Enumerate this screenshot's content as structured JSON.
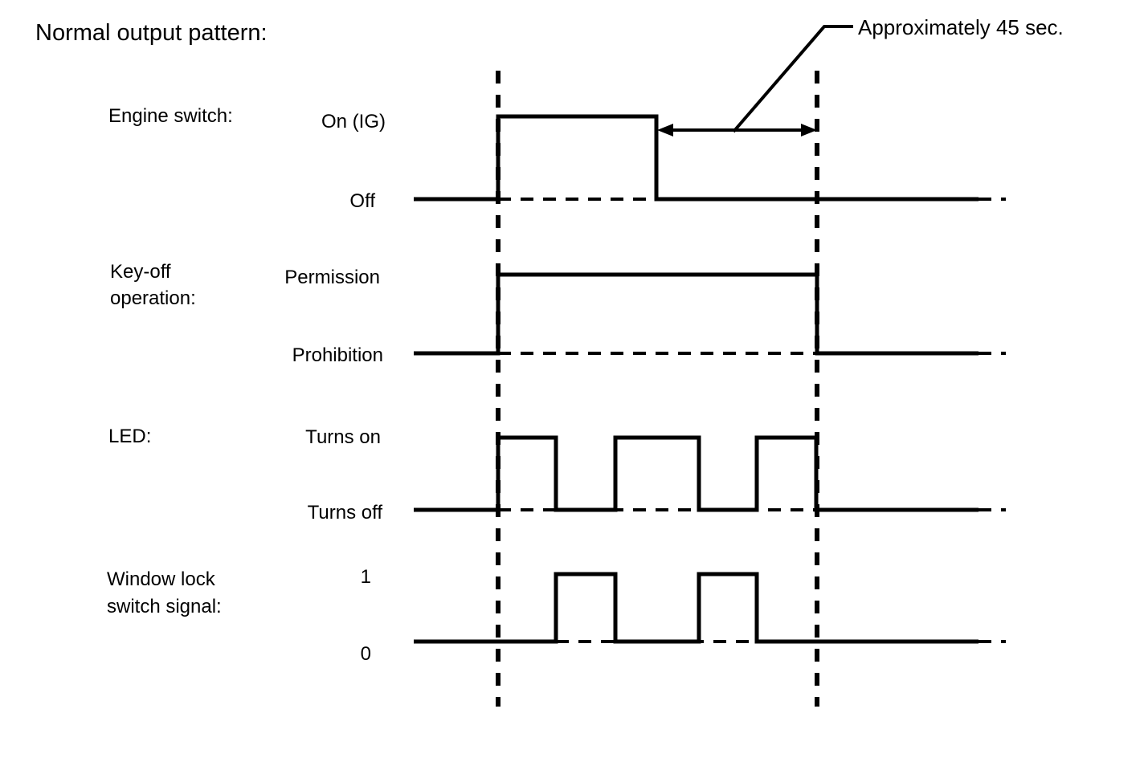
{
  "title": "Normal output pattern:",
  "annotation": {
    "duration_label": "Approximately 45 sec."
  },
  "signals": [
    {
      "name": "engine-switch",
      "label": "Engine switch:",
      "high_label": "On (IG)",
      "low_label": "Off"
    },
    {
      "name": "key-off-operation",
      "label_line1": "Key-off",
      "label_line2": "operation:",
      "high_label": "Permission",
      "low_label": "Prohibition"
    },
    {
      "name": "led",
      "label": "LED:",
      "high_label": "Turns on",
      "low_label": "Turns off"
    },
    {
      "name": "window-lock-switch-signal",
      "label_line1": "Window lock",
      "label_line2": "switch signal:",
      "high_label": "1",
      "low_label": "0"
    }
  ],
  "chart_data": {
    "type": "line",
    "title": "Normal output pattern:",
    "xlabel": "",
    "ylabel": "",
    "grid": false,
    "legend": "none",
    "time_markers": [
      {
        "name": "t0",
        "x": 620,
        "description": "Engine switch turns on / key-off operation permitted"
      },
      {
        "name": "t1",
        "x": 1017,
        "description": "End of approximately 45 sec period"
      }
    ],
    "annotations": [
      {
        "text": "Approximately 45 sec.",
        "from_x": 820,
        "to_x": 1017,
        "y": 162,
        "style": "double-headed-arrow-with-leader"
      }
    ],
    "axis_x_range": [
      515,
      1250
    ],
    "series": [
      {
        "name": "Engine switch",
        "levels": [
          "Off",
          "On (IG)"
        ],
        "y_low": 248,
        "y_high": 145,
        "transitions": [
          {
            "x": 515,
            "state": 0
          },
          {
            "x": 620,
            "state": 1
          },
          {
            "x": 817,
            "state": 0
          },
          {
            "x": 1218,
            "state": 0
          }
        ]
      },
      {
        "name": "Key-off operation",
        "levels": [
          "Prohibition",
          "Permission"
        ],
        "y_low": 440,
        "y_high": 342,
        "transitions": [
          {
            "x": 515,
            "state": 0
          },
          {
            "x": 620,
            "state": 1
          },
          {
            "x": 1017,
            "state": 0
          },
          {
            "x": 1218,
            "state": 0
          }
        ]
      },
      {
        "name": "LED",
        "levels": [
          "Turns off",
          "Turns on"
        ],
        "y_low": 635,
        "y_high": 545,
        "transitions": [
          {
            "x": 515,
            "state": 0
          },
          {
            "x": 620,
            "state": 1
          },
          {
            "x": 692,
            "state": 0
          },
          {
            "x": 766,
            "state": 1
          },
          {
            "x": 870,
            "state": 0
          },
          {
            "x": 942,
            "state": 1
          },
          {
            "x": 1016,
            "state": 0
          },
          {
            "x": 1218,
            "state": 0
          }
        ]
      },
      {
        "name": "Window lock switch signal",
        "levels": [
          "0",
          "1"
        ],
        "y_low": 799,
        "y_high": 715,
        "transitions": [
          {
            "x": 515,
            "state": 0
          },
          {
            "x": 692,
            "state": 1
          },
          {
            "x": 766,
            "state": 0
          },
          {
            "x": 870,
            "state": 1
          },
          {
            "x": 942,
            "state": 0
          },
          {
            "x": 1218,
            "state": 0
          }
        ]
      }
    ]
  },
  "colors": {
    "stroke": "#000000",
    "background": "#ffffff"
  }
}
